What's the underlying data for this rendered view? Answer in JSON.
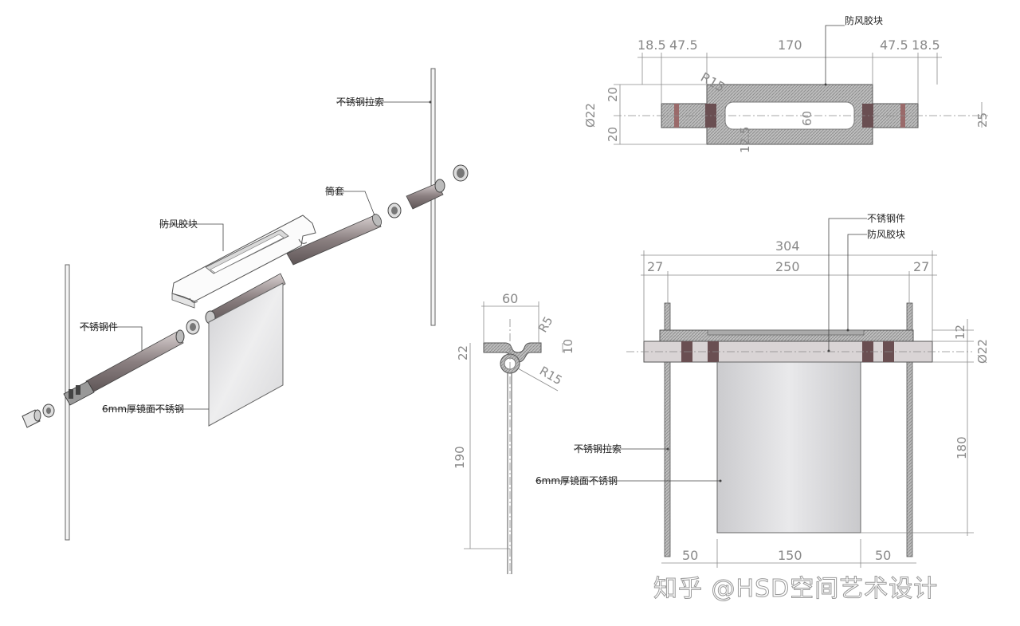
{
  "labels": {
    "cable_top": "不锈钢拉索",
    "sleeve": "筒套",
    "wind_block_iso": "防风胶块",
    "steel_part_iso": "不锈钢件",
    "mirror_iso": "6mm厚镜面不锈钢",
    "wind_block_plan": "防风胶块",
    "steel_part_elev": "不锈钢件",
    "wind_block_elev": "防风胶块",
    "cable_elev": "不锈钢拉索",
    "mirror_elev": "6mm厚镜面不锈钢"
  },
  "dims_plan": {
    "d1": "18.5",
    "d2": "47.5",
    "d3": "170",
    "d4": "47.5",
    "d5": "18.5",
    "r15": "R15",
    "h20a": "20",
    "h20b": "20",
    "phi22": "Ø22",
    "h60": "60",
    "h12_5": "12.5",
    "h25": "25"
  },
  "dims_section": {
    "w60": "60",
    "r5": "R5",
    "h22": "22",
    "h10": "10",
    "r15": "R15",
    "h190": "190"
  },
  "dims_elev": {
    "w304": "304",
    "w27a": "27",
    "w250": "250",
    "w27b": "27",
    "h12": "12",
    "phi22": "Ø22",
    "h180": "180",
    "b50a": "50",
    "b150": "150",
    "b50b": "50"
  },
  "watermark": "知乎 @HSD空间艺术设计"
}
